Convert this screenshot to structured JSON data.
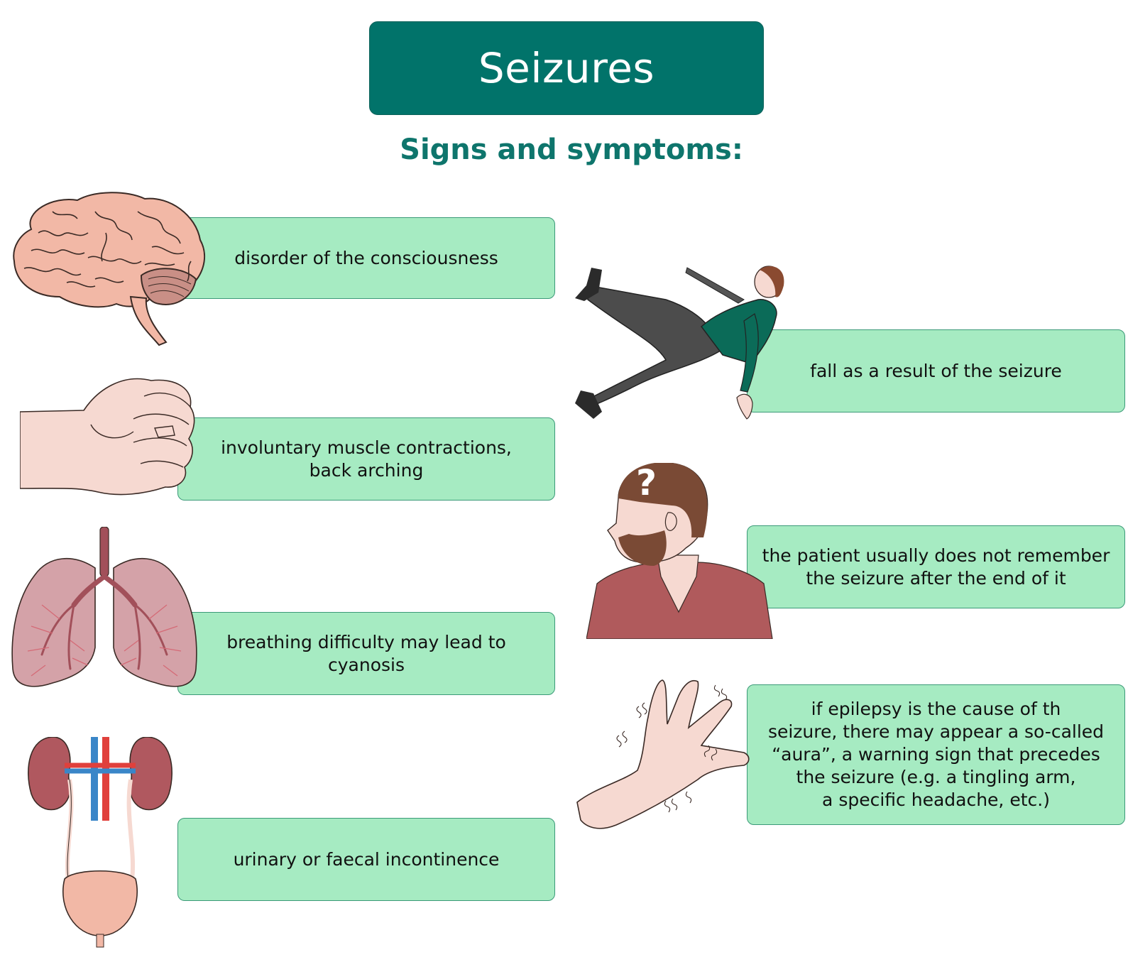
{
  "title": "Seizures",
  "subtitle": "Signs and symptoms:",
  "left_items": [
    {
      "text": "disorder of the consciousness",
      "icon": "brain-icon"
    },
    {
      "text": "involuntary muscle contractions,\nback arching",
      "icon": "fist-icon"
    },
    {
      "text": "breathing difficulty may lead to\ncyanosis",
      "icon": "lungs-icon"
    },
    {
      "text": "urinary or faecal incontinence",
      "icon": "urinary-system-icon"
    }
  ],
  "right_items": [
    {
      "text": "fall as a result of the seizure",
      "icon": "falling-man-icon"
    },
    {
      "text": "the patient usually does not remember\nthe seizure after the end of it",
      "icon": "confused-man-icon"
    },
    {
      "text": "if epilepsy is the cause of th\nseizure, there may appear a so-called\n“aura”, a warning sign that precedes\nthe seizure (e.g. a tingling arm,\na specific headache, etc.)",
      "icon": "tingling-hand-icon"
    }
  ],
  "colors": {
    "title_bg": "#01736a",
    "subtitle": "#0e756c",
    "box_bg": "#a6ebc2",
    "box_border": "#3b9a78"
  }
}
